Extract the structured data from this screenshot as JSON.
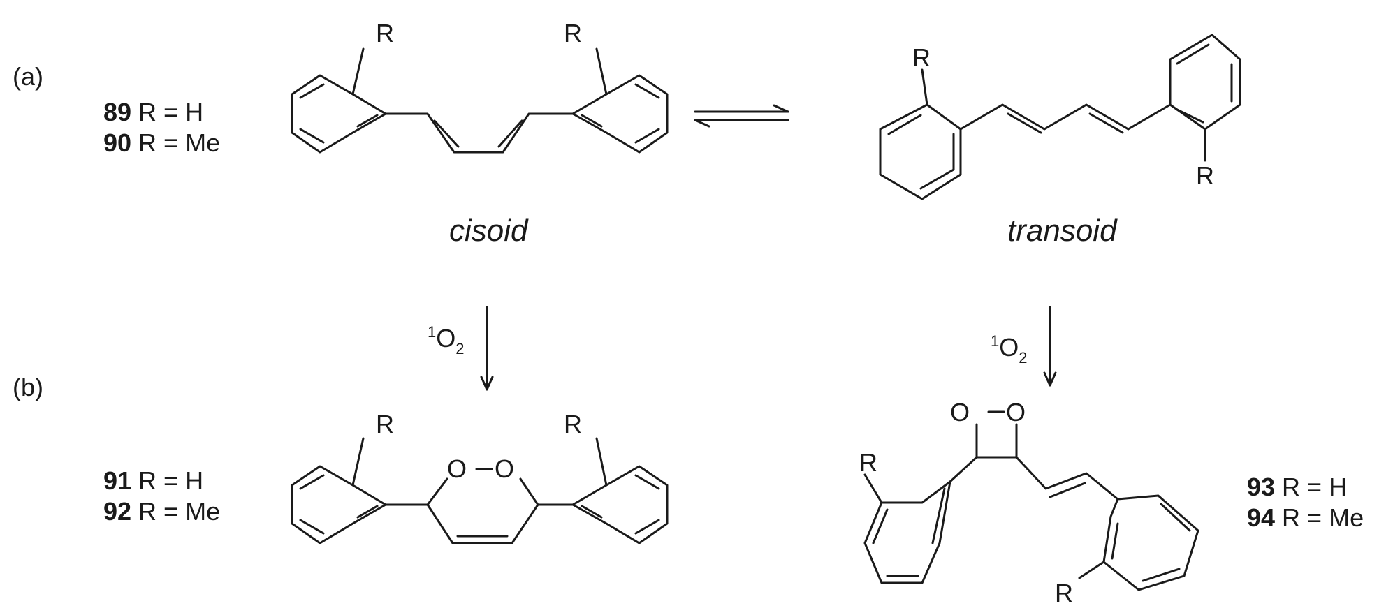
{
  "panels": {
    "a": "(a)",
    "b": "(b)"
  },
  "compounds": {
    "c89": {
      "num": "89",
      "desc": " R = H"
    },
    "c90": {
      "num": "90",
      "desc": " R = Me"
    },
    "c91": {
      "num": "91",
      "desc": " R = H"
    },
    "c92": {
      "num": "92",
      "desc": " R = Me"
    },
    "c93": {
      "num": "93",
      "desc": " R = H"
    },
    "c94": {
      "num": "94",
      "desc": " R = Me"
    }
  },
  "conformers": {
    "cisoid": "cisoid",
    "transoid": "transoid"
  },
  "reagent": {
    "sup": "1",
    "main": "O",
    "sub": "2"
  },
  "atoms": {
    "R": "R",
    "O": "O"
  }
}
